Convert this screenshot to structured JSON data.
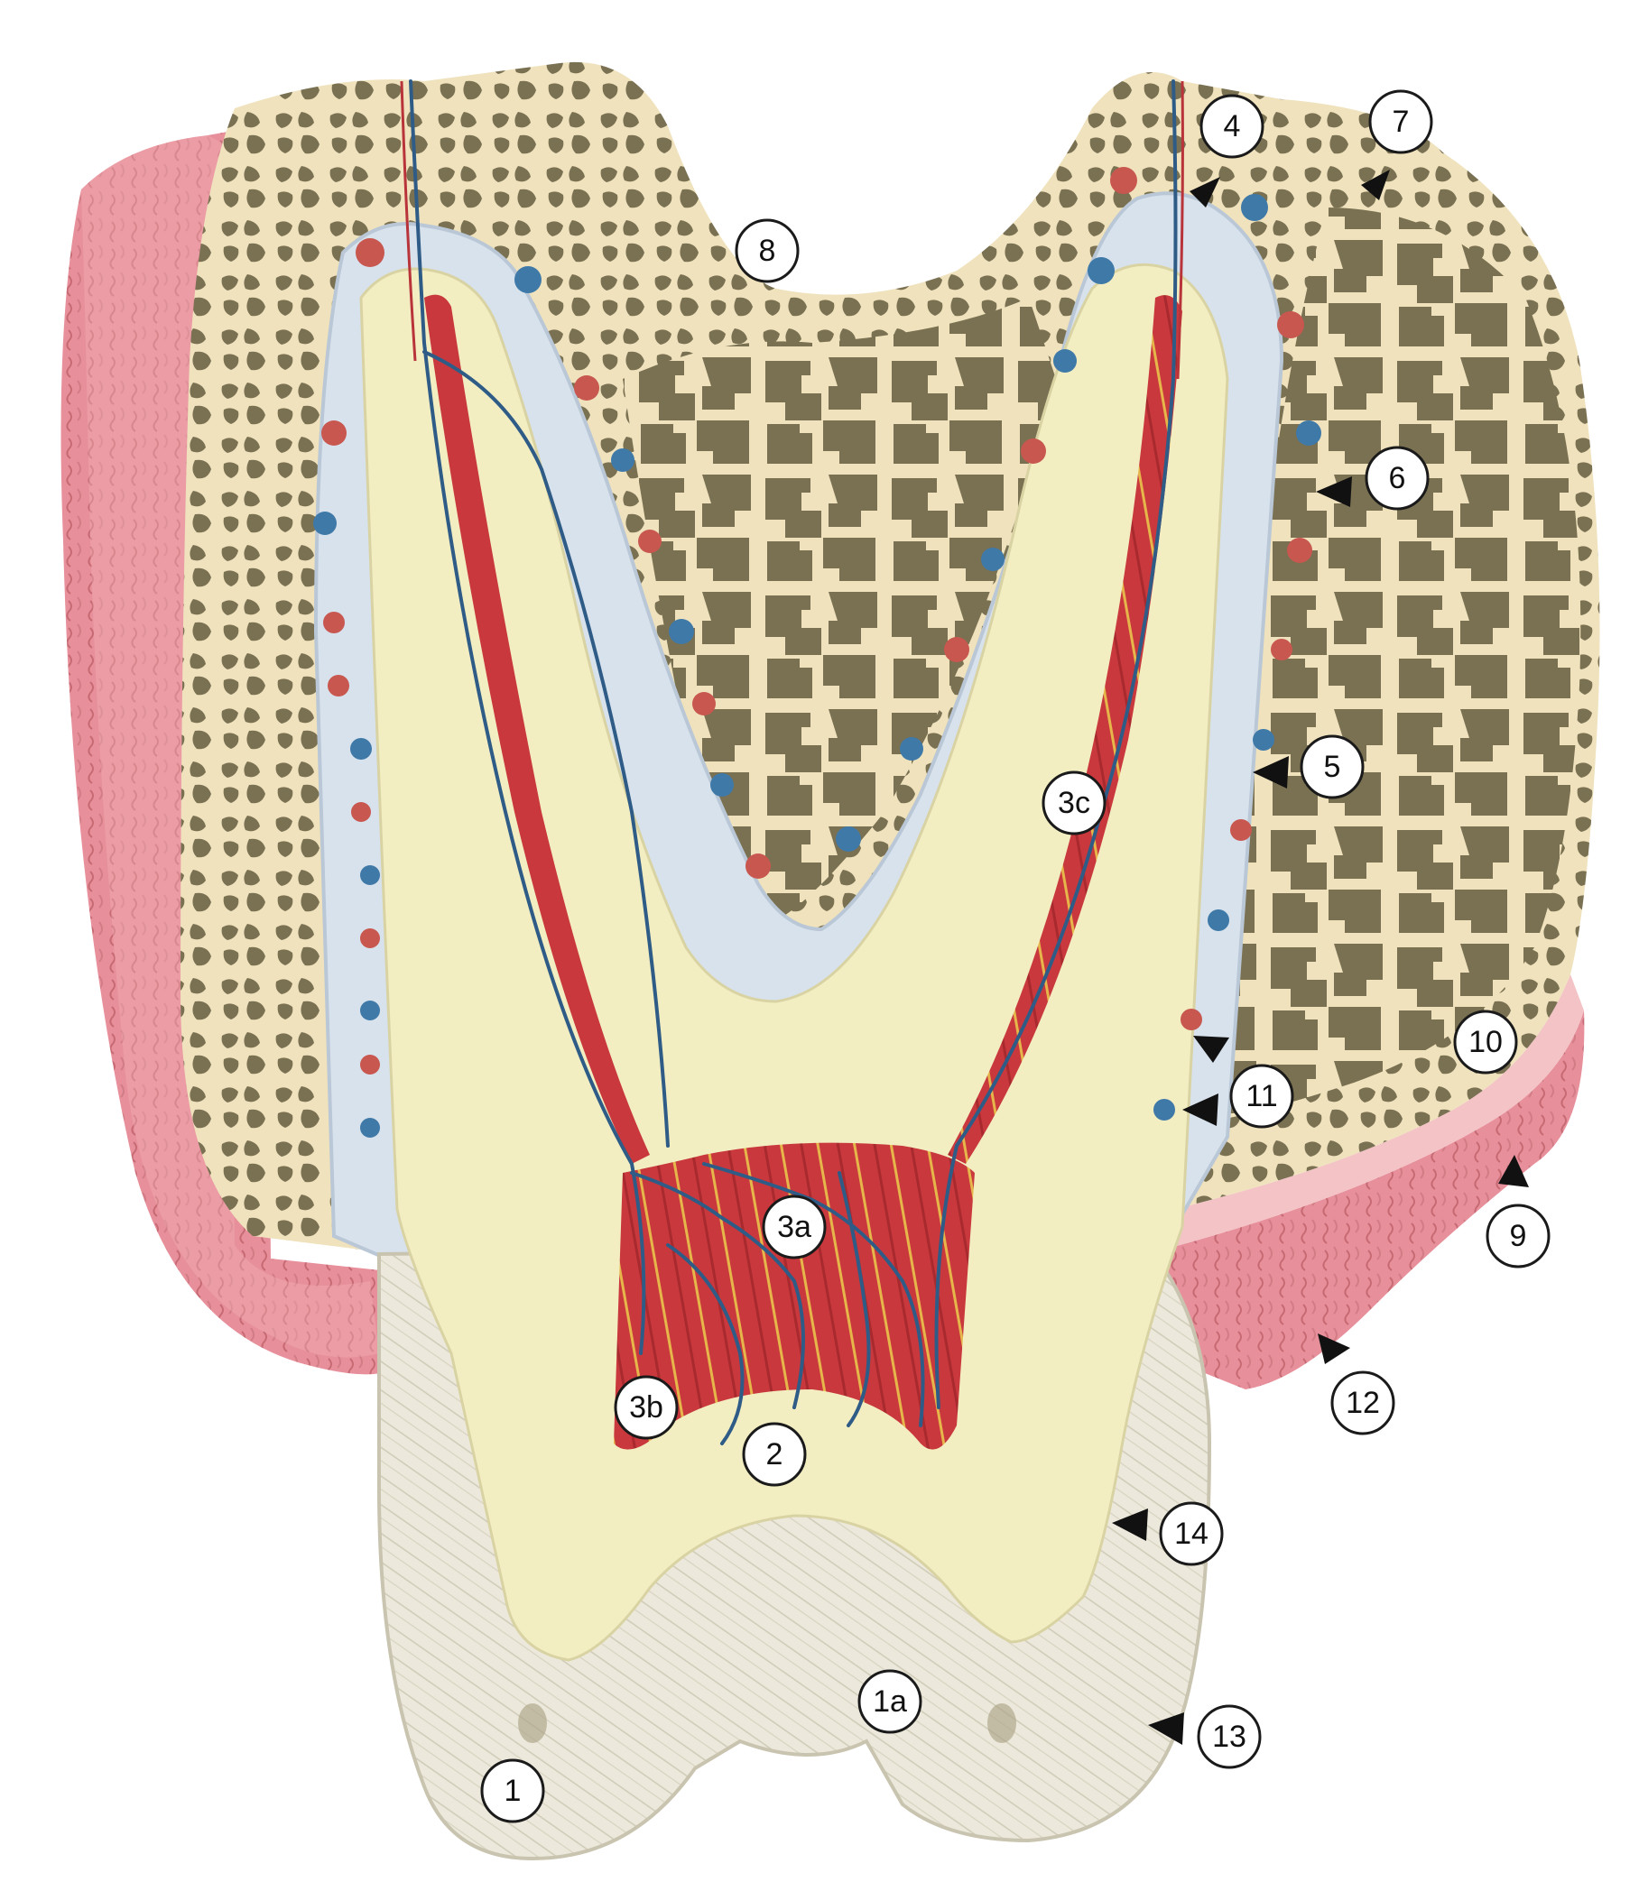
{
  "colors": {
    "gingiva": "#e7909b",
    "gingiva_light": "#f3c3c6",
    "bone_matrix": "#efe2bd",
    "marrow": "#7a7152",
    "ligament": "#d8e2ec",
    "dentin": "#f2eec2",
    "enamel": "#ece9dc",
    "enamel_line": "#c9c4af",
    "pulp": "#c9383c",
    "vein": "#2f5c87",
    "vessel_red": "#c8574f",
    "vessel_blue": "#3f79a8"
  },
  "callouts": [
    {
      "id": "c1",
      "label": "1"
    },
    {
      "id": "c1a",
      "label": "1a"
    },
    {
      "id": "c2",
      "label": "2"
    },
    {
      "id": "c3a",
      "label": "3a"
    },
    {
      "id": "c3b",
      "label": "3b"
    },
    {
      "id": "c3c",
      "label": "3c"
    },
    {
      "id": "c4",
      "label": "4"
    },
    {
      "id": "c5",
      "label": "5"
    },
    {
      "id": "c6",
      "label": "6"
    },
    {
      "id": "c7",
      "label": "7"
    },
    {
      "id": "c8",
      "label": "8"
    },
    {
      "id": "c9",
      "label": "9"
    },
    {
      "id": "c10",
      "label": "10"
    },
    {
      "id": "c11",
      "label": "11"
    },
    {
      "id": "c12",
      "label": "12"
    },
    {
      "id": "c13",
      "label": "13"
    },
    {
      "id": "c14",
      "label": "14"
    }
  ]
}
